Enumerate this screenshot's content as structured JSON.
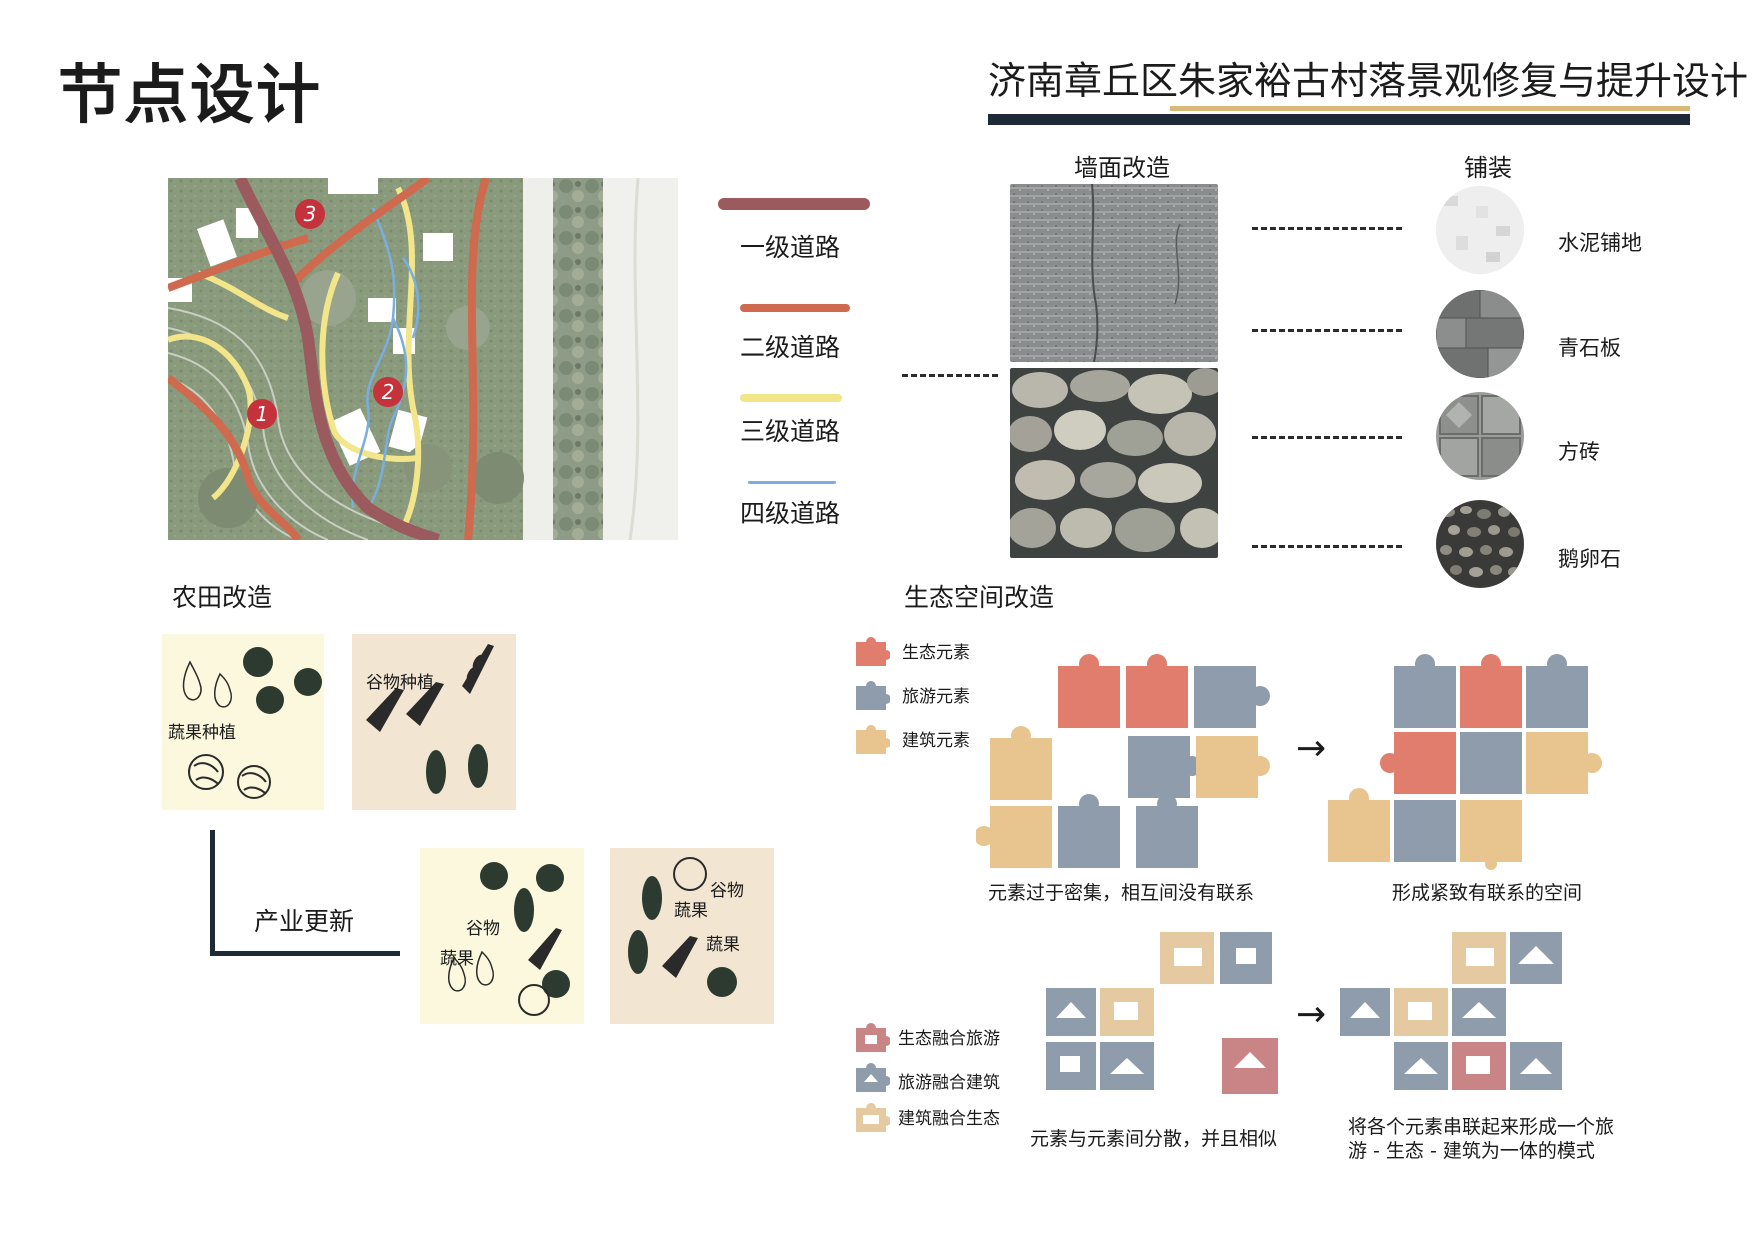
{
  "header": {
    "title": "节点设计",
    "subtitle": "济南章丘区朱家裕古村落景观修复与提升设计"
  },
  "map": {
    "markers": [
      "1",
      "2",
      "3"
    ]
  },
  "road_legend": [
    {
      "label": "一级道路",
      "color": "#9b5a5d"
    },
    {
      "label": "二级道路",
      "color": "#cf6a4f"
    },
    {
      "label": "三级道路",
      "color": "#f2e58a"
    },
    {
      "label": "四级道路",
      "color": "#78aee0"
    }
  ],
  "materials": {
    "wall_title": "墙面改造",
    "paving_title": "铺装",
    "paving_items": [
      "水泥铺地",
      "青石板",
      "方砖",
      "鹅卵石"
    ]
  },
  "farmland": {
    "title": "农田改造",
    "box1_label": "蔬果种植",
    "box2_label": "谷物种植",
    "industry_label": "产业更新",
    "box3_labels": [
      "谷物",
      "蔬果"
    ],
    "box4_labels": [
      "谷物",
      "蔬果",
      "蔬果"
    ]
  },
  "eco": {
    "title": "生态空间改造",
    "legend1": [
      {
        "label": "生态元素",
        "color": "#e07d6d"
      },
      {
        "label": "旅游元素",
        "color": "#8e9cab"
      },
      {
        "label": "建筑元素",
        "color": "#e8c58f"
      }
    ],
    "legend2": [
      {
        "label": "生态融合旅游",
        "color": "#c98585"
      },
      {
        "label": "旅游融合建筑",
        "color": "#8e9cab"
      },
      {
        "label": "建筑融合生态",
        "color": "#e5c9a0"
      }
    ],
    "arrow": "→",
    "caption1_left": "元素过于密集，相互间没有联系",
    "caption1_right": "形成紧致有联系的空间",
    "caption2_left": "元素与元素间分散，并且相似",
    "caption2_right_line1": "将各个元素串联起来形成一个旅",
    "caption2_right_line2": "游 - 生态 - 建筑为一体的模式"
  }
}
